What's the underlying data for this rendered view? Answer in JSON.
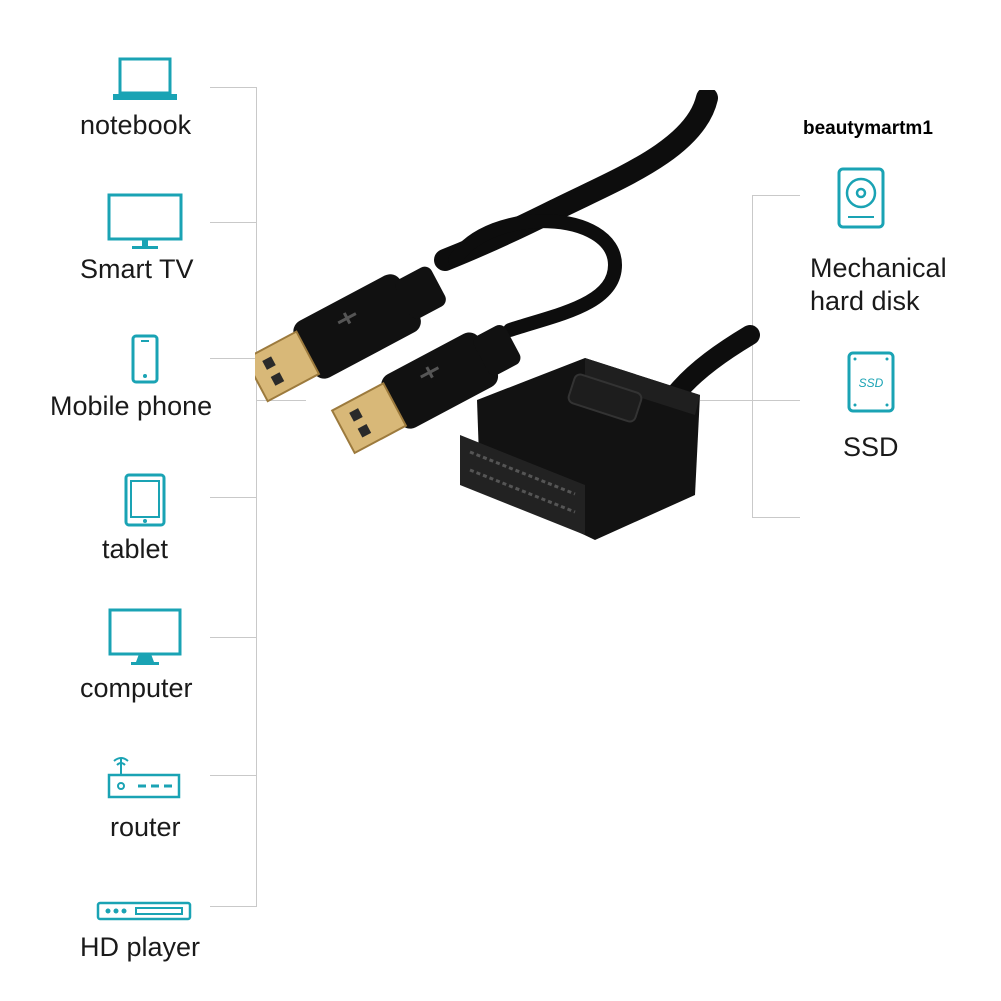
{
  "watermark": "beautymartm1",
  "colors": {
    "icon": "#1aa3b4",
    "line": "#c9c9c9",
    "cable": "#0d0d0d",
    "text": "#1a1a1a"
  },
  "left_devices": [
    {
      "label": "notebook",
      "icon": "laptop-icon"
    },
    {
      "label": "Smart TV",
      "icon": "tv-icon"
    },
    {
      "label": "Mobile phone",
      "icon": "phone-icon"
    },
    {
      "label": "tablet",
      "icon": "tablet-icon"
    },
    {
      "label": "computer",
      "icon": "monitor-icon"
    },
    {
      "label": "router",
      "icon": "router-icon"
    },
    {
      "label": "HD player",
      "icon": "hd-player-icon"
    }
  ],
  "right_devices": [
    {
      "label_line1": "Mechanical",
      "label_line2": "hard disk",
      "icon": "hdd-icon"
    },
    {
      "label": "SSD",
      "icon": "ssd-icon",
      "icon_text": "SSD"
    }
  ]
}
